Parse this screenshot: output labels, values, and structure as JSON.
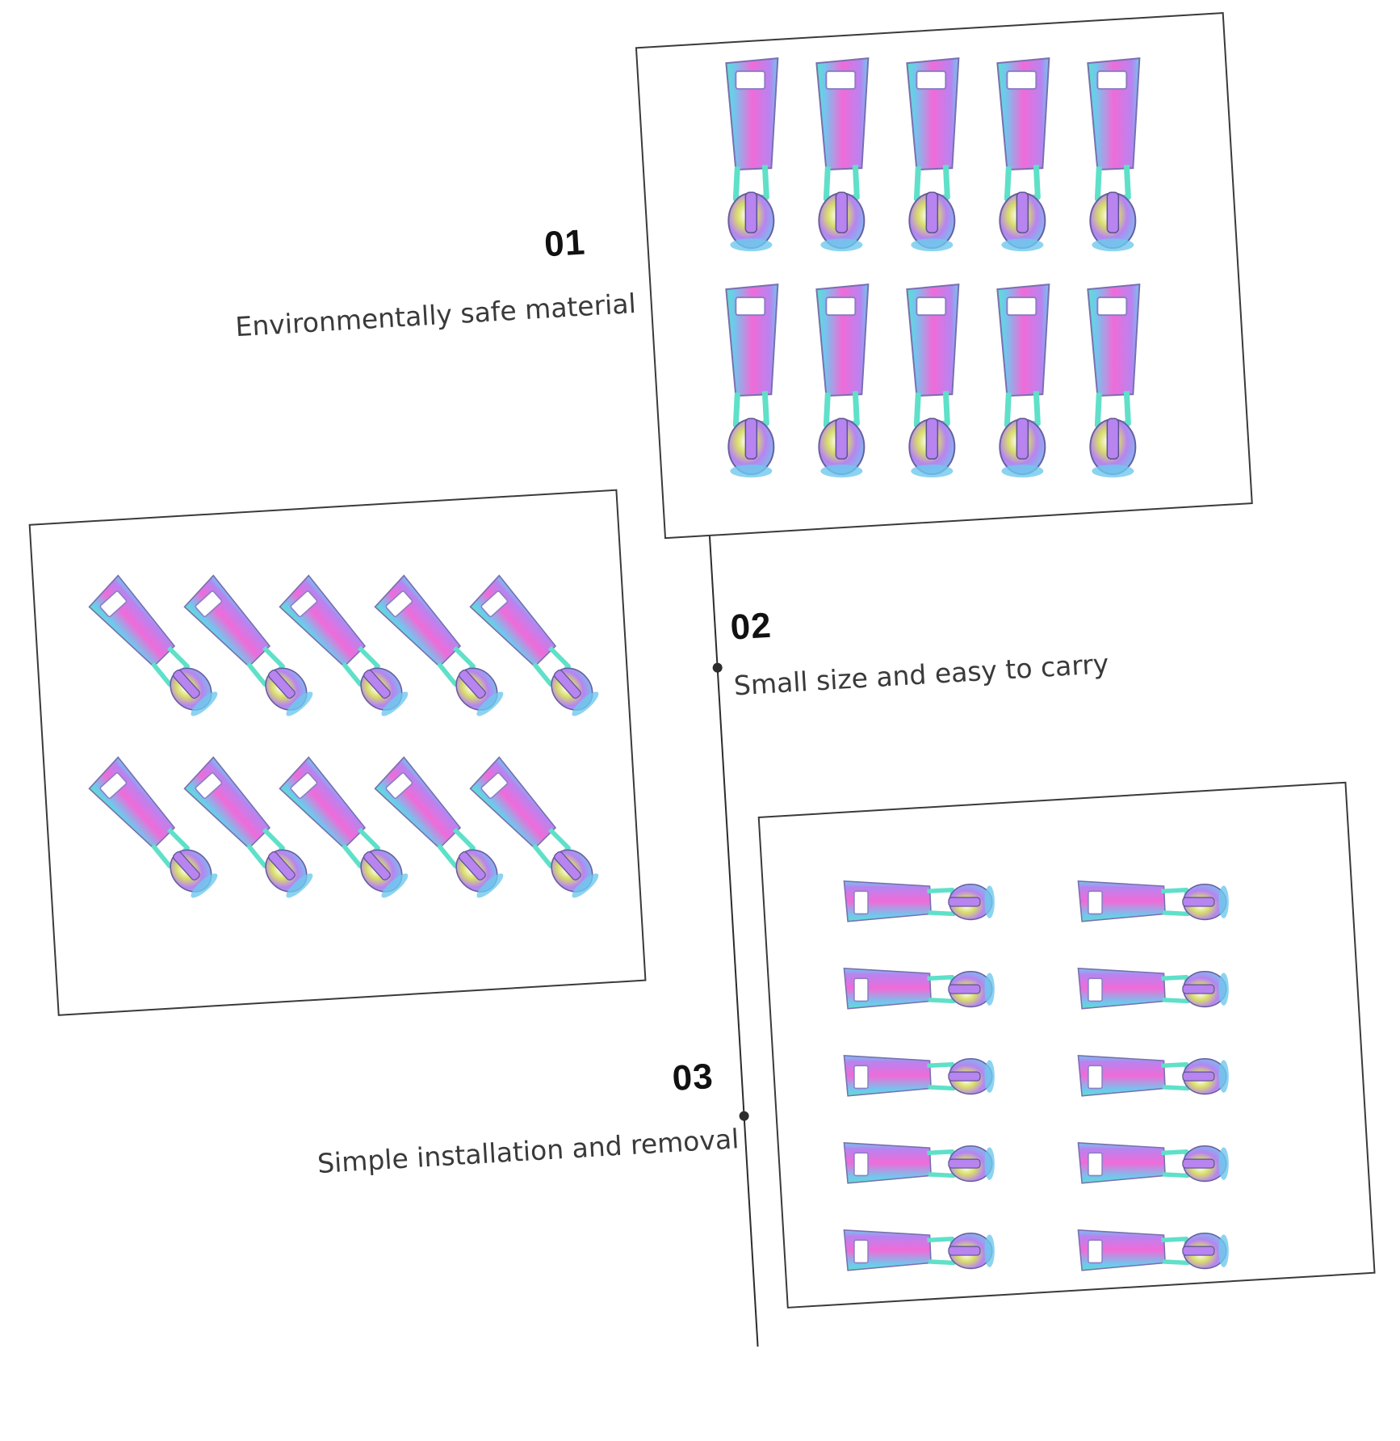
{
  "features": [
    {
      "number": "01",
      "caption": "Environmentally safe material"
    },
    {
      "number": "02",
      "caption": "Small size and easy to carry"
    },
    {
      "number": "03",
      "caption": "Simple installation and removal"
    }
  ],
  "photos": [
    {
      "name": "zipper-pulls-vertical",
      "count": 10
    },
    {
      "name": "zipper-pulls-diagonal",
      "count": 10
    },
    {
      "name": "zipper-pulls-horizontal",
      "count": 10
    }
  ],
  "colors": {
    "line": "#2c2c2c",
    "frame": "#3a3a3a",
    "iridescent_pink": "#f06bd8",
    "iridescent_violet": "#b784f0",
    "iridescent_blue": "#6fc8ee",
    "iridescent_teal": "#5fe0c9",
    "iridescent_yellow": "#d9dd6a"
  }
}
